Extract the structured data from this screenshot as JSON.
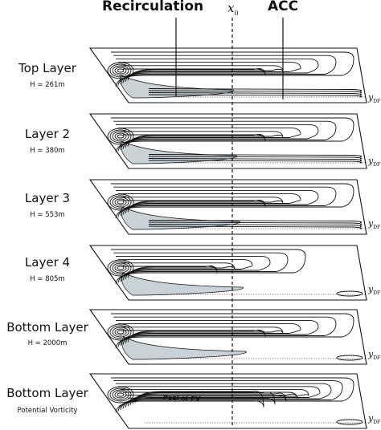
{
  "header": {
    "recirculation": "Recirculation",
    "x0_symbol": "x",
    "x0_subscript": "0",
    "acc": "ACC"
  },
  "y_label": {
    "symbol": "y",
    "subscript": "DF"
  },
  "layers": [
    {
      "name": "Top Layer",
      "depth": "H = 261m",
      "shaded": true
    },
    {
      "name": "Layer 2",
      "depth": "H = 380m",
      "shaded": true
    },
    {
      "name": "Layer 3",
      "depth": "H = 553m",
      "shaded": true
    },
    {
      "name": "Layer 4",
      "depth": "H = 805m",
      "shaded": true
    },
    {
      "name": "Bottom Layer",
      "depth": "H = 2000m",
      "shaded": true
    },
    {
      "name": "Bottom Layer",
      "depth": "Potential Vorticity",
      "shaded": false
    }
  ],
  "pool_label": "Pool of PV",
  "colors": {
    "ink": "#111111",
    "shading": "#c9d3d7"
  }
}
